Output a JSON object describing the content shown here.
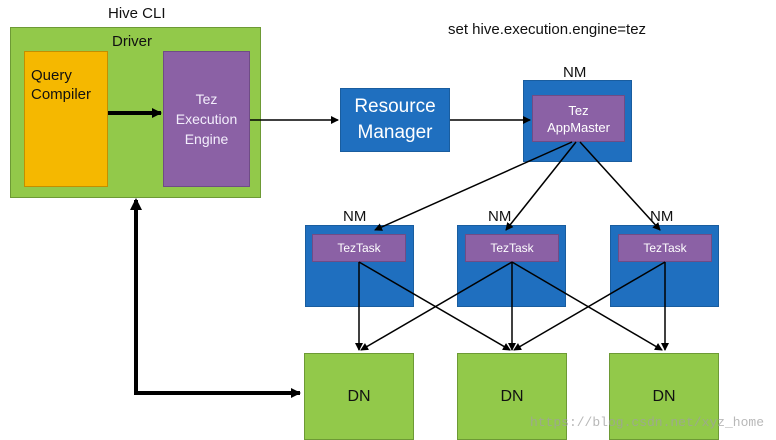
{
  "header": {
    "hive_cli": "Hive CLI",
    "command": "set hive.execution.engine=tez"
  },
  "hive": {
    "driver": "Driver",
    "query_compiler": "Query Compiler",
    "tez_execution_engine": "Tez Execution Engine"
  },
  "resource_manager": "Resource Manager",
  "top_node": {
    "nm_label": "NM",
    "appmaster": "Tez AppMaster"
  },
  "task_nodes": [
    {
      "nm": "NM",
      "task": "TezTask"
    },
    {
      "nm": "NM",
      "task": "TezTask"
    },
    {
      "nm": "NM",
      "task": "TezTask"
    }
  ],
  "data_nodes": [
    "DN",
    "DN",
    "DN"
  ],
  "watermark": "https://blog.csdn.net/xyz_home",
  "colors": {
    "green": "#92c94a",
    "yellow": "#f5b800",
    "purple": "#8b61a5",
    "blue": "#1f6fbf"
  }
}
